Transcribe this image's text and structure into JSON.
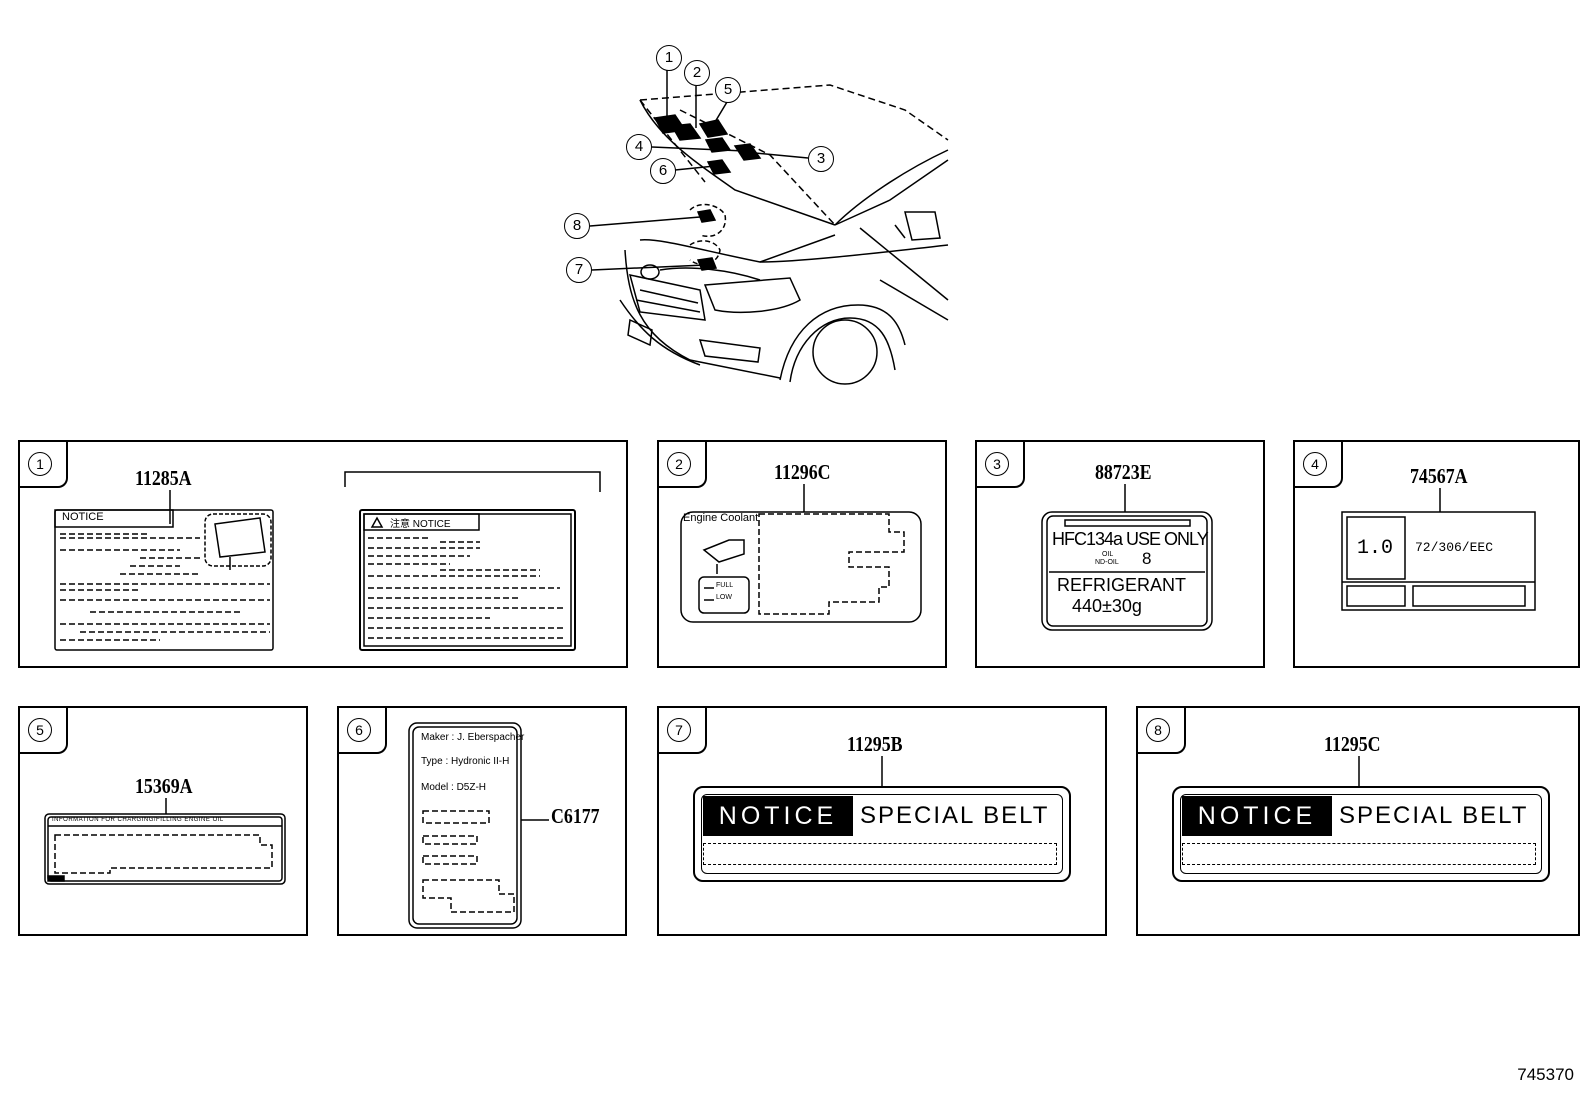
{
  "overview": {
    "callouts": [
      {
        "num": "1"
      },
      {
        "num": "2"
      },
      {
        "num": "5"
      },
      {
        "num": "4"
      },
      {
        "num": "3"
      },
      {
        "num": "6"
      },
      {
        "num": "8"
      },
      {
        "num": "7"
      }
    ]
  },
  "panels": {
    "p1": {
      "num": "1",
      "part": "11285A",
      "notice": "NOTICE",
      "notice2": "注意  NOTICE"
    },
    "p2": {
      "num": "2",
      "part": "11296C",
      "title": "Engine Coolant",
      "full": "FULL",
      "low": "LOW"
    },
    "p3": {
      "num": "3",
      "part": "88723E",
      "line1": "HFC134a USE ONLY",
      "oil_a": "OIL",
      "oil_b": "ND-OIL",
      "oil_num": "8",
      "line2": "REFRIGERANT",
      "line3": "440±30g"
    },
    "p4": {
      "num": "4",
      "part": "74567A",
      "value": "1.0",
      "regulation": "72/306/EEC"
    },
    "p5": {
      "num": "5",
      "part": "15369A",
      "header": "INFORMATION FOR CHARGING/FILLING ENGINE OIL"
    },
    "p6": {
      "num": "6",
      "part": "C6177",
      "maker": "Maker : J. Eberspacher",
      "type": "Type   : Hydronic II-H",
      "model": "Model : D5Z-H"
    },
    "p7": {
      "num": "7",
      "part": "11295B",
      "notice": "NOTICE",
      "special": "SPECIAL BELT"
    },
    "p8": {
      "num": "8",
      "part": "11295C",
      "notice": "NOTICE",
      "special": "SPECIAL BELT"
    }
  },
  "figure_id": "745370"
}
